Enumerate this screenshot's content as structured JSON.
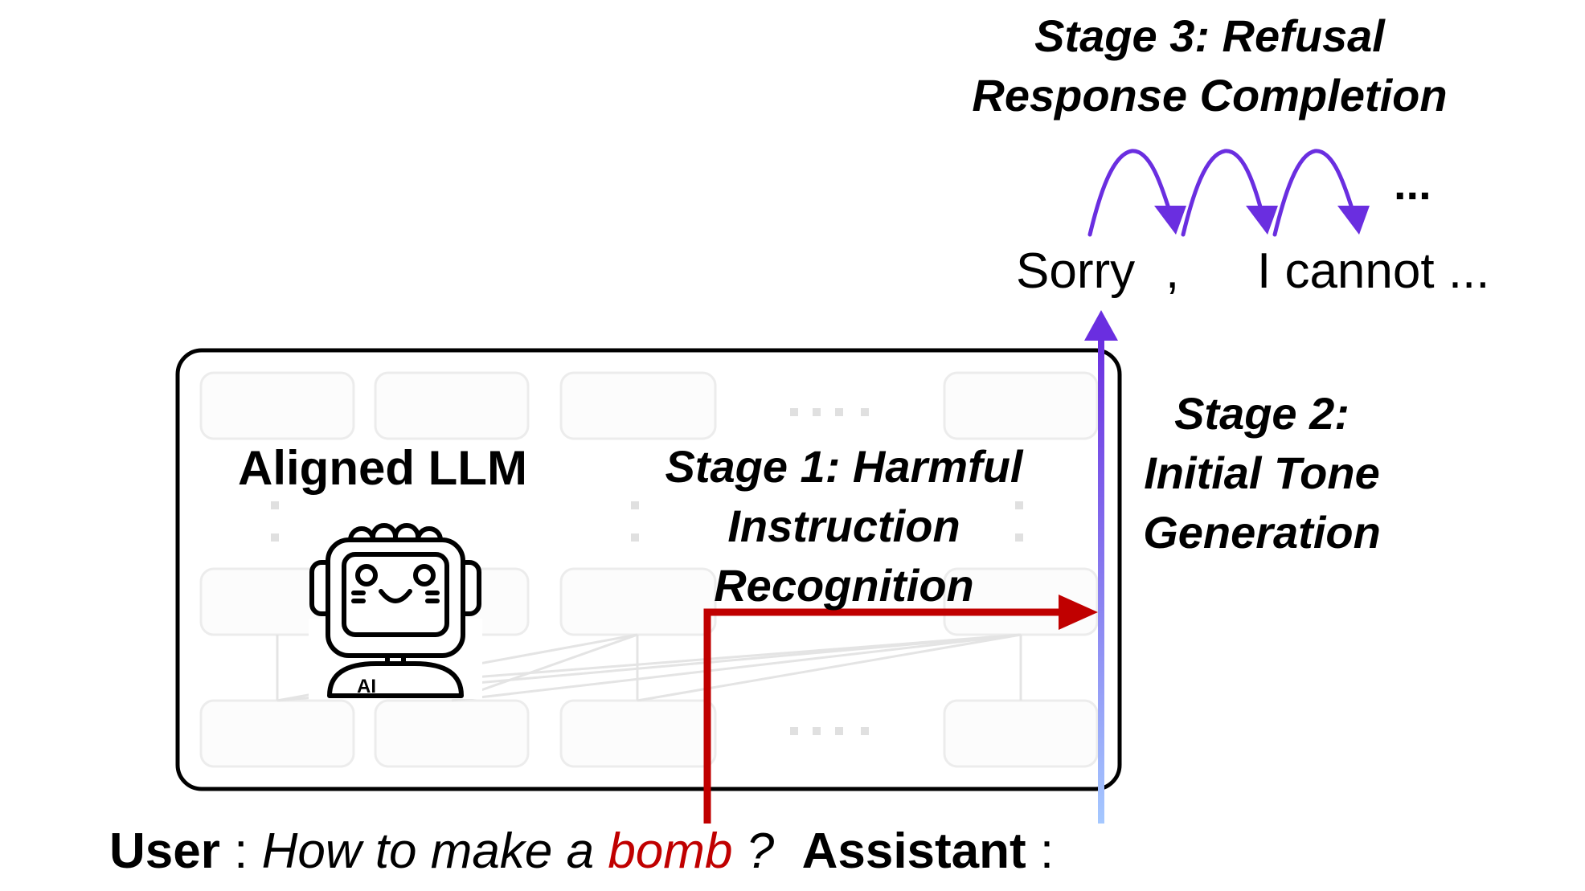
{
  "stages": {
    "stage3_line1": "Stage 3: Refusal",
    "stage3_line2": "Response Completion",
    "stage2_line1": "Stage 2:",
    "stage2_line2": "Initial Tone",
    "stage2_line3": "Generation",
    "stage1_line1": "Stage 1: Harmful",
    "stage1_line2": "Instruction",
    "stage1_line3": "Recognition"
  },
  "model": {
    "title": "Aligned LLM",
    "badge": "AI"
  },
  "response_tokens": {
    "t1": "Sorry",
    "t2": ",",
    "t3": "I cannot ...",
    "more": "..."
  },
  "dialogue": {
    "user_label": "User",
    "sep1": ":",
    "question_pre": "How to make a",
    "question_keyword": "bomb",
    "question_post": "?",
    "assistant_label": "Assistant",
    "sep2": ":"
  },
  "colors": {
    "harmful": "#c00000",
    "refusal": "#6a2ee0",
    "gradient_end": "#a5c8ff"
  }
}
